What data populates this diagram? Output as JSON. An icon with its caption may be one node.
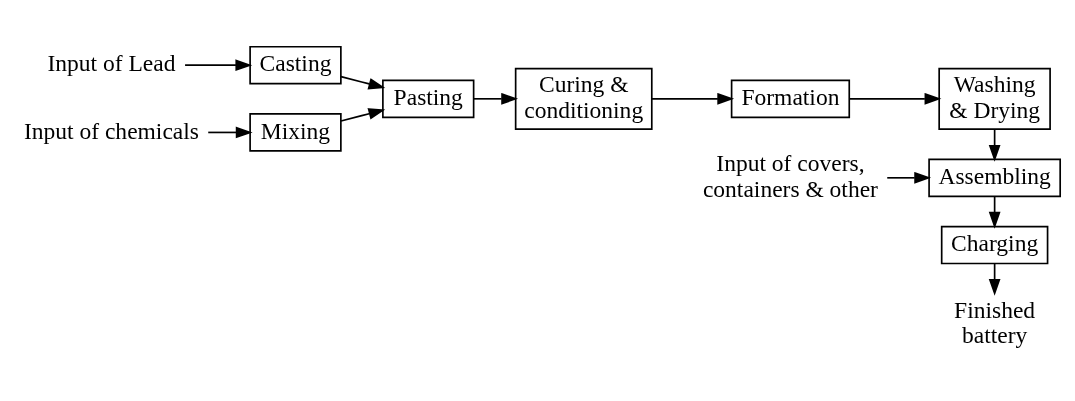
{
  "diagram": {
    "nodes": [
      {
        "text": [
          "Input of Lead"
        ]
      },
      {
        "text": [
          "Casting"
        ]
      },
      {
        "text": [
          "Input of chemicals"
        ]
      },
      {
        "text": [
          "Mixing"
        ]
      },
      {
        "text": [
          "Pasting"
        ]
      },
      {
        "text": [
          "Curing & conditioning"
        ]
      },
      {
        "text": [
          "Formation"
        ]
      },
      {
        "text": [
          "Washing & Drying"
        ]
      },
      {
        "text": [
          "Input of covers, containers & other"
        ]
      },
      {
        "text": [
          "Assembling"
        ]
      },
      {
        "text": [
          "Charging"
        ]
      },
      {
        "text": [
          "Finished battery"
        ]
      }
    ],
    "edges": [
      {
        "from": 0,
        "to": 1,
        "arrow": "to"
      },
      {
        "from": 2,
        "to": 3,
        "arrow": "to"
      },
      {
        "from": 1,
        "to": 4,
        "arrow": "to"
      },
      {
        "from": 3,
        "to": 4,
        "arrow": "to"
      },
      {
        "from": 4,
        "to": 5,
        "arrow": "to"
      },
      {
        "from": 5,
        "to": 6,
        "arrow": "to"
      },
      {
        "from": 6,
        "to": 7,
        "arrow": "to"
      },
      {
        "from": 7,
        "to": 9,
        "arrow": "to"
      },
      {
        "from": 8,
        "to": 9,
        "arrow": "to"
      },
      {
        "from": 9,
        "to": 10,
        "arrow": "to"
      },
      {
        "from": 10,
        "to": 11,
        "arrow": "to"
      }
    ]
  }
}
